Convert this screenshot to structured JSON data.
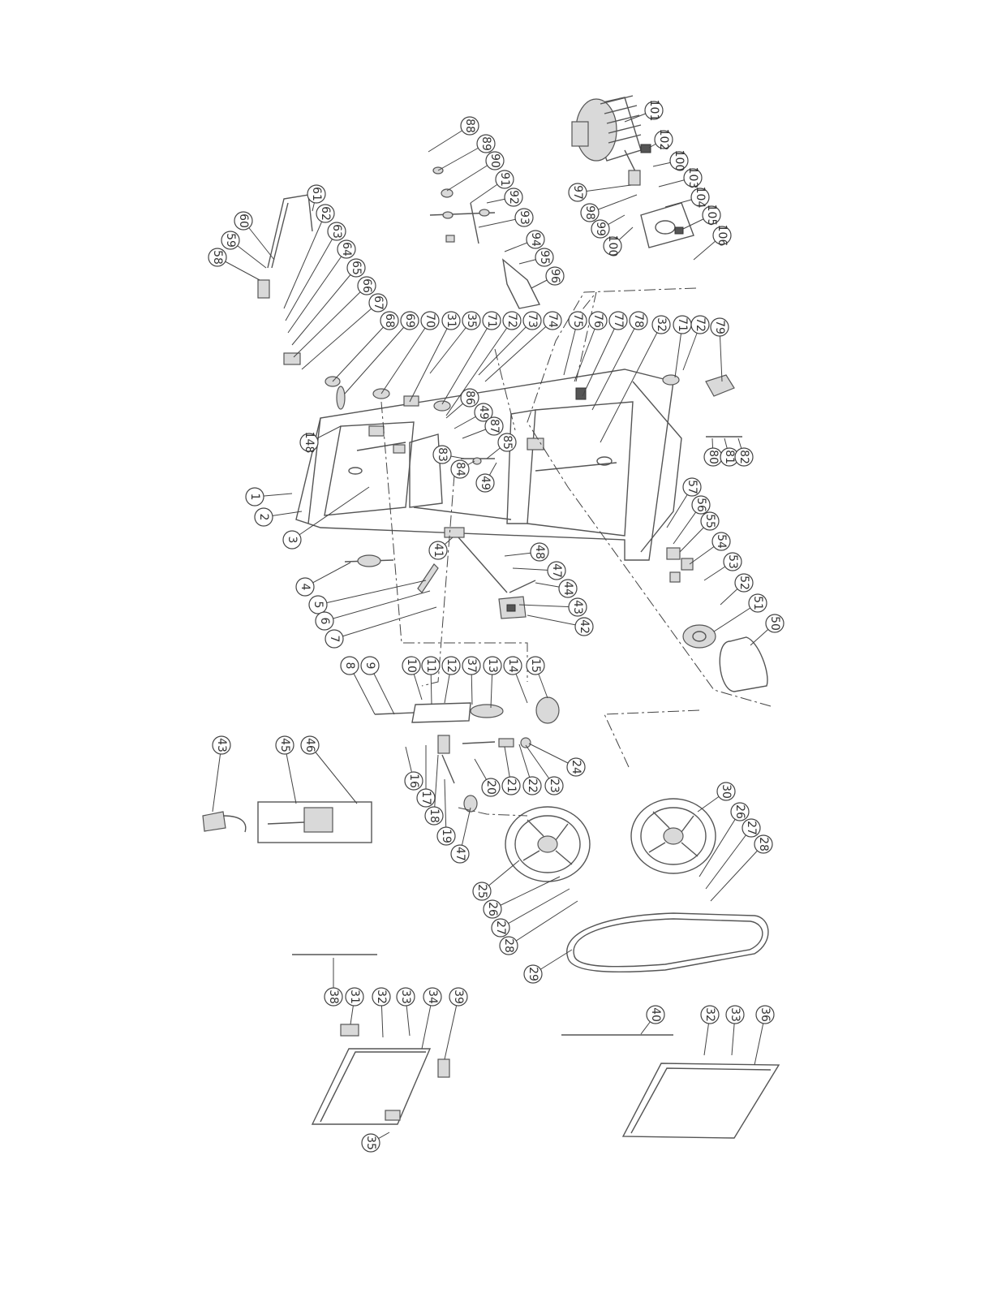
{
  "balloons": [
    {
      "id": "b1",
      "label": "1"
    },
    {
      "id": "b2",
      "label": "2"
    },
    {
      "id": "b3",
      "label": "3"
    },
    {
      "id": "b4",
      "label": "4"
    },
    {
      "id": "b5",
      "label": "5"
    },
    {
      "id": "b6",
      "label": "6"
    },
    {
      "id": "b7",
      "label": "7"
    },
    {
      "id": "b8",
      "label": "8"
    },
    {
      "id": "b9",
      "label": "9"
    },
    {
      "id": "b10",
      "label": "10"
    },
    {
      "id": "b11",
      "label": "11"
    },
    {
      "id": "b12",
      "label": "12"
    },
    {
      "id": "b13",
      "label": "13"
    },
    {
      "id": "b14",
      "label": "14"
    },
    {
      "id": "b15",
      "label": "15"
    },
    {
      "id": "b16",
      "label": "16"
    },
    {
      "id": "b17",
      "label": "17"
    },
    {
      "id": "b18",
      "label": "18"
    },
    {
      "id": "b19",
      "label": "19"
    },
    {
      "id": "b20",
      "label": "20"
    },
    {
      "id": "b21",
      "label": "21"
    },
    {
      "id": "b22",
      "label": "22"
    },
    {
      "id": "b23",
      "label": "23"
    },
    {
      "id": "b24",
      "label": "24"
    },
    {
      "id": "b25",
      "label": "25"
    },
    {
      "id": "b26a",
      "label": "26"
    },
    {
      "id": "b27a",
      "label": "27"
    },
    {
      "id": "b28a",
      "label": "28"
    },
    {
      "id": "b26b",
      "label": "26"
    },
    {
      "id": "b27b",
      "label": "27"
    },
    {
      "id": "b28b",
      "label": "28"
    },
    {
      "id": "b29",
      "label": "29"
    },
    {
      "id": "b30",
      "label": "30"
    },
    {
      "id": "b31a",
      "label": "31"
    },
    {
      "id": "b31b",
      "label": "31"
    },
    {
      "id": "b32a",
      "label": "32"
    },
    {
      "id": "b32b",
      "label": "32"
    },
    {
      "id": "b32c",
      "label": "32"
    },
    {
      "id": "b33a",
      "label": "33"
    },
    {
      "id": "b33b",
      "label": "33"
    },
    {
      "id": "b34",
      "label": "34"
    },
    {
      "id": "b35a",
      "label": "35"
    },
    {
      "id": "b35b",
      "label": "35"
    },
    {
      "id": "b36",
      "label": "36"
    },
    {
      "id": "b37",
      "label": "37"
    },
    {
      "id": "b38",
      "label": "38"
    },
    {
      "id": "b39",
      "label": "39"
    },
    {
      "id": "b40",
      "label": "40"
    },
    {
      "id": "b41",
      "label": "41"
    },
    {
      "id": "b42",
      "label": "42"
    },
    {
      "id": "b43a",
      "label": "43"
    },
    {
      "id": "b43b",
      "label": "43"
    },
    {
      "id": "b44",
      "label": "44"
    },
    {
      "id": "b45",
      "label": "45"
    },
    {
      "id": "b46",
      "label": "46"
    },
    {
      "id": "b47a",
      "label": "47"
    },
    {
      "id": "b47b",
      "label": "47"
    },
    {
      "id": "b48",
      "label": "48"
    },
    {
      "id": "b49a",
      "label": "49"
    },
    {
      "id": "b49b",
      "label": "49"
    },
    {
      "id": "b50",
      "label": "50"
    },
    {
      "id": "b51",
      "label": "51"
    },
    {
      "id": "b52",
      "label": "52"
    },
    {
      "id": "b53",
      "label": "53"
    },
    {
      "id": "b54",
      "label": "54"
    },
    {
      "id": "b55",
      "label": "55"
    },
    {
      "id": "b56",
      "label": "56"
    },
    {
      "id": "b57",
      "label": "57"
    },
    {
      "id": "b58",
      "label": "58"
    },
    {
      "id": "b59",
      "label": "59"
    },
    {
      "id": "b60",
      "label": "60"
    },
    {
      "id": "b61",
      "label": "61"
    },
    {
      "id": "b62",
      "label": "62"
    },
    {
      "id": "b63",
      "label": "63"
    },
    {
      "id": "b64",
      "label": "64"
    },
    {
      "id": "b65",
      "label": "65"
    },
    {
      "id": "b66",
      "label": "66"
    },
    {
      "id": "b67",
      "label": "67"
    },
    {
      "id": "b68",
      "label": "68"
    },
    {
      "id": "b69",
      "label": "69"
    },
    {
      "id": "b70",
      "label": "70"
    },
    {
      "id": "b71a",
      "label": "71"
    },
    {
      "id": "b71b",
      "label": "71"
    },
    {
      "id": "b72a",
      "label": "72"
    },
    {
      "id": "b72b",
      "label": "72"
    },
    {
      "id": "b73",
      "label": "73"
    },
    {
      "id": "b74",
      "label": "74"
    },
    {
      "id": "b75",
      "label": "75"
    },
    {
      "id": "b76",
      "label": "76"
    },
    {
      "id": "b77",
      "label": "77"
    },
    {
      "id": "b78",
      "label": "78"
    },
    {
      "id": "b79",
      "label": "79"
    },
    {
      "id": "b80",
      "label": "80"
    },
    {
      "id": "b81",
      "label": "81"
    },
    {
      "id": "b82",
      "label": "82"
    },
    {
      "id": "b83",
      "label": "83"
    },
    {
      "id": "b84",
      "label": "84"
    },
    {
      "id": "b85",
      "label": "85"
    },
    {
      "id": "b86",
      "label": "86"
    },
    {
      "id": "b87",
      "label": "87"
    },
    {
      "id": "b88",
      "label": "88"
    },
    {
      "id": "b89",
      "label": "89"
    },
    {
      "id": "b90",
      "label": "90"
    },
    {
      "id": "b91",
      "label": "91"
    },
    {
      "id": "b92",
      "label": "92"
    },
    {
      "id": "b93",
      "label": "93"
    },
    {
      "id": "b94",
      "label": "94"
    },
    {
      "id": "b95",
      "label": "95"
    },
    {
      "id": "b96",
      "label": "96"
    },
    {
      "id": "b97",
      "label": "97"
    },
    {
      "id": "b98",
      "label": "98"
    },
    {
      "id": "b99",
      "label": "99"
    },
    {
      "id": "b100a",
      "label": "100"
    },
    {
      "id": "b100b",
      "label": "100"
    },
    {
      "id": "b101",
      "label": "101"
    },
    {
      "id": "b102",
      "label": "102"
    },
    {
      "id": "b103",
      "label": "103"
    },
    {
      "id": "b104",
      "label": "104"
    },
    {
      "id": "b105",
      "label": "105"
    },
    {
      "id": "b106",
      "label": "106"
    },
    {
      "id": "b148",
      "label": "148"
    }
  ]
}
